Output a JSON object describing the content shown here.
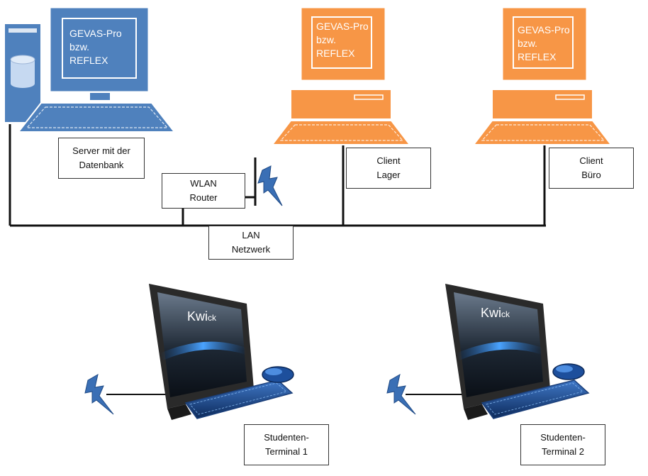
{
  "colors": {
    "server_blue": "#4f81bd",
    "client_orange": "#f79646",
    "line": "#111111",
    "lightning": "#3a6fb5",
    "terminal_frame": "#2a2a2a"
  },
  "server": {
    "screen_lines": [
      "GEVAS-Pro",
      "bzw.",
      "REFLEX"
    ],
    "label_lines": [
      "Server mit der",
      "Datenbank"
    ]
  },
  "client_lager": {
    "screen_lines": [
      "GEVAS-Pro",
      "bzw.",
      "REFLEX"
    ],
    "label_lines": [
      "Client",
      "Lager"
    ]
  },
  "client_buero": {
    "screen_lines": [
      "GEVAS-Pro",
      "bzw.",
      "REFLEX"
    ],
    "label_lines": [
      "Client",
      "Büro"
    ]
  },
  "router": {
    "label_lines": [
      "WLAN",
      "Router"
    ]
  },
  "lan": {
    "label_lines": [
      "LAN",
      "Netzwerk"
    ]
  },
  "terminal1": {
    "brand": "Kwi",
    "brand_small": "ck",
    "label_lines": [
      "Studenten-",
      "Terminal 1"
    ]
  },
  "terminal2": {
    "brand": "Kwi",
    "brand_small": "ck",
    "label_lines": [
      "Studenten-",
      "Terminal 2"
    ]
  }
}
